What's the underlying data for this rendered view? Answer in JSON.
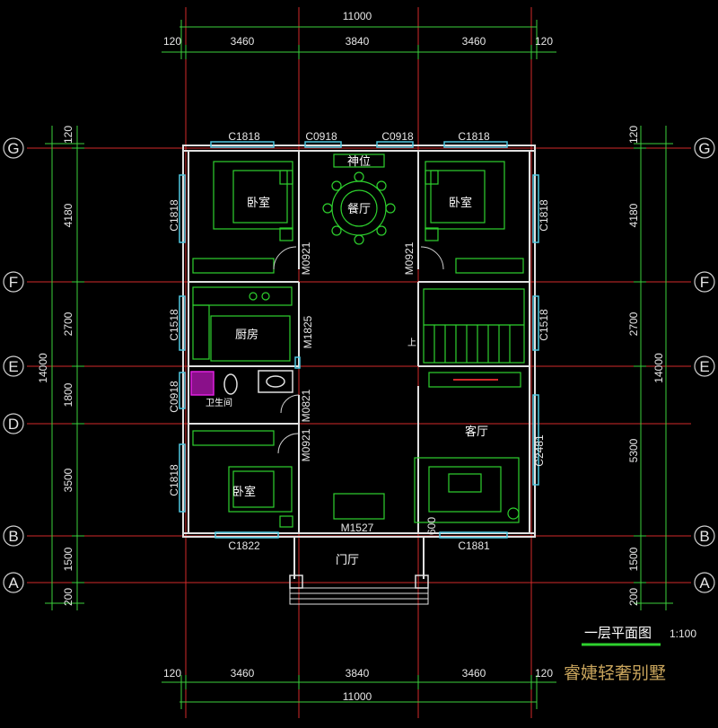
{
  "drawing": {
    "title": "一层平面图",
    "scale": "1:100",
    "brand": "睿婕轻奢别墅",
    "colors": {
      "background": "#000000",
      "axis_line": "#d22a2a",
      "dimension_line": "#3ccf3c",
      "wall": "#e0e0e0",
      "window": "#4fc8e0",
      "furniture": "#2ed12e",
      "sanitary": "#e020e0",
      "text": "#ffffff",
      "brand": "#c8a45c"
    }
  },
  "dimensions": {
    "top_total": "11000",
    "top_segments": [
      "120",
      "3460",
      "3840",
      "3460",
      "120"
    ],
    "bottom_total": "11000",
    "bottom_segments": [
      "120",
      "3460",
      "3840",
      "3460",
      "120"
    ],
    "left_total": "14000",
    "left_segments": [
      "120",
      "4180",
      "2700",
      "1800",
      "3500",
      "1500",
      "200"
    ],
    "right_total": "14000",
    "right_segments": [
      "120",
      "4180",
      "2700",
      "5300",
      "1500",
      "200"
    ]
  },
  "axes": [
    "G",
    "F",
    "E",
    "D",
    "B",
    "A"
  ],
  "rooms": {
    "bedroom_nw": "卧室",
    "dining": "餐厅",
    "shrine": "神位",
    "bedroom_ne": "卧室",
    "kitchen": "厨房",
    "bathroom": "卫生间",
    "bedroom_sw": "卧室",
    "living": "客厅",
    "entrance": "门厅",
    "stair_up": "上"
  },
  "openings": {
    "c1818_top_left": "C1818",
    "c0918_top_1": "C0918",
    "c0918_top_2": "C0918",
    "c1818_top_right": "C1818",
    "c1818_left_upper": "C1818",
    "c1818_right_upper": "C1818",
    "m0921_nw": "M0921",
    "m0921_ne": "M0921",
    "c1518_left": "C1518",
    "c1518_right": "C1518",
    "m1825": "M1825",
    "c0918_left": "C0918",
    "m0821": "M0821",
    "m0921_sw": "M0921",
    "c1818_left_lower": "C1818",
    "c2481": "C2481",
    "m1527": "M1527",
    "c1822": "C1822",
    "c1881": "C1881",
    "w600": "600"
  }
}
